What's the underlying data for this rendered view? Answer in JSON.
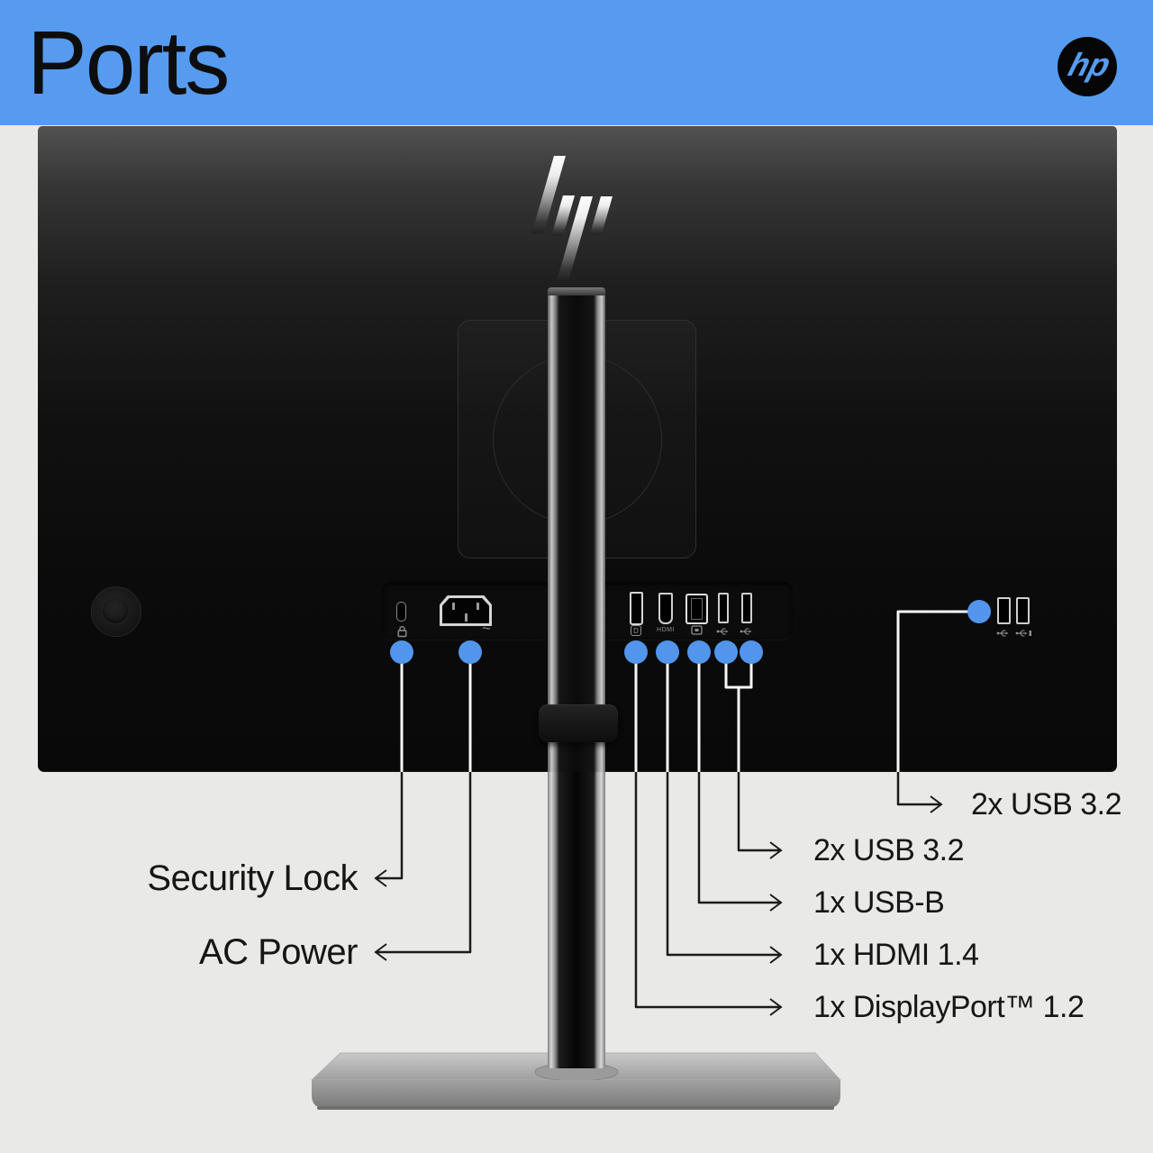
{
  "header": {
    "title": "Ports",
    "brand_logo": "hp"
  },
  "colors": {
    "banner_blue": "#569BF0",
    "dot_blue": "#5295EC",
    "background": "#E9E9E8",
    "line_dark": "#1B1B1B",
    "line_light": "#FFFFFF"
  },
  "monitor": {
    "port_captions": {
      "ac_power": "~",
      "displayport": "D",
      "hdmi": "HDMI"
    }
  },
  "callouts": {
    "left": [
      {
        "label": "Security Lock"
      },
      {
        "label": "AC Power"
      }
    ],
    "right": [
      {
        "label": "2x USB 3.2"
      },
      {
        "label": "2x USB 3.2"
      },
      {
        "label": "1x USB-B"
      },
      {
        "label": "1x HDMI 1.4"
      },
      {
        "label": "1x DisplayPort™ 1.2"
      }
    ]
  }
}
